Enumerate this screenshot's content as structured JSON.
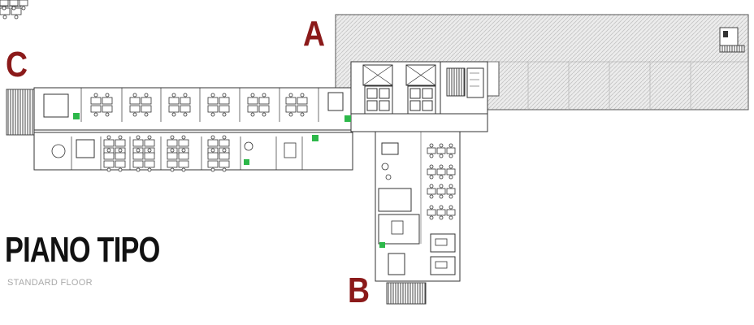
{
  "title": "PIANO TIPO",
  "subtitle": "STANDARD FLOOR",
  "wings": [
    {
      "id": "a",
      "label": "A"
    },
    {
      "id": "b",
      "label": "B"
    },
    {
      "id": "c",
      "label": "C"
    }
  ],
  "colors": {
    "wing_label": "#8b1a1a",
    "line": "#333333",
    "hatch": "#cfcfcf",
    "marker": "#2db84a"
  }
}
